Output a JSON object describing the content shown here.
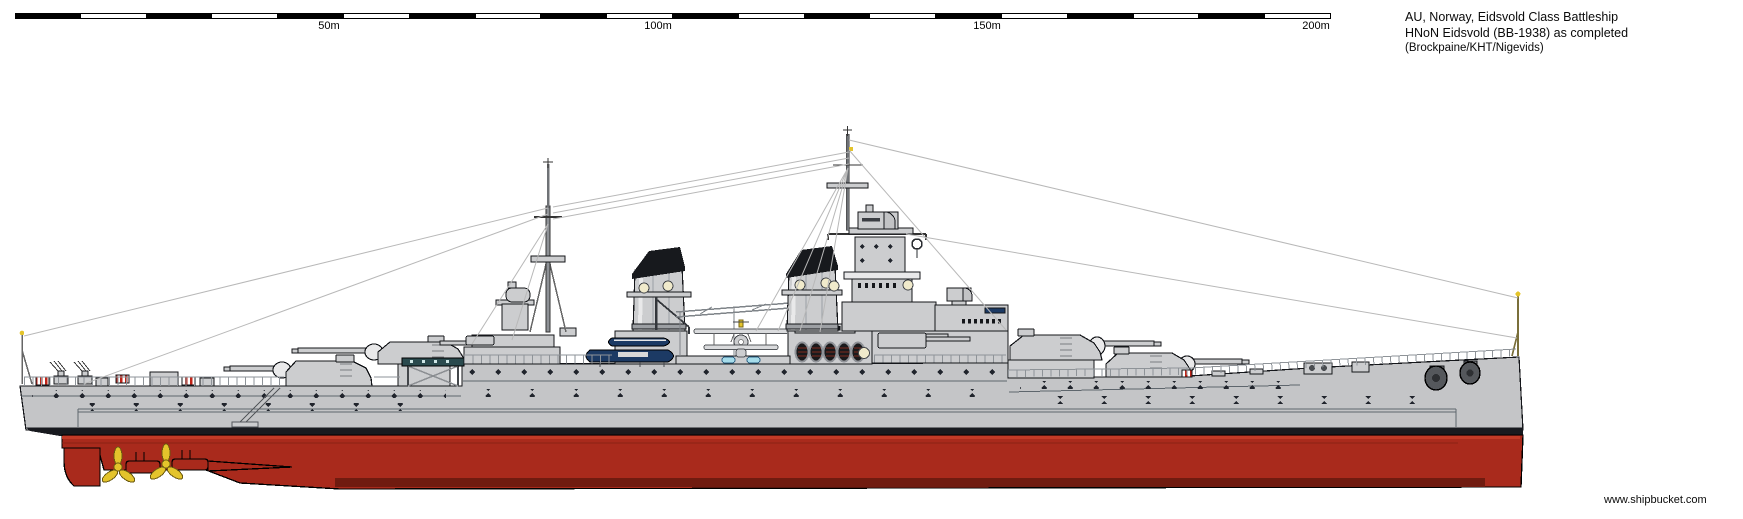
{
  "header": {
    "line1": "AU, Norway, Eidsvold Class Battleship",
    "line2": "HNoN Eidsvold (BB-1938) as completed",
    "line3": "(Brockpaine/KHT/Nigevids)"
  },
  "scale_bar": {
    "labels": [
      "50m",
      "100m",
      "150m",
      "200m"
    ],
    "unit": "m",
    "total_meters": 200,
    "segment_meters": 10
  },
  "footer": {
    "url": "www.shipbucket.com"
  },
  "colors": {
    "hull_grey": "#C4C5C7",
    "super_grey": "#CCCDCF",
    "highlight_grey": "#E9E9EA",
    "mid_grey": "#9C9FA3",
    "seam_grey": "#5E666D",
    "outline": "#14161A",
    "funnel_cap_black": "#17191D",
    "boot_stripe": "#181A1F",
    "underwater_red": "#A92A1C",
    "red_seam": "#8C2315",
    "red_dark": "#701B10",
    "red_bright": "#C13A27",
    "propeller_yellow": "#E4C42B",
    "searchlight_cream": "#F0EACB",
    "boat_navy": "#1C3A64",
    "float_red": "#C02418",
    "aircraft_float_blue": "#A6DCEA",
    "gantry_teal": "#2A4A4E",
    "rigging_grey": "#B8B8B8"
  }
}
